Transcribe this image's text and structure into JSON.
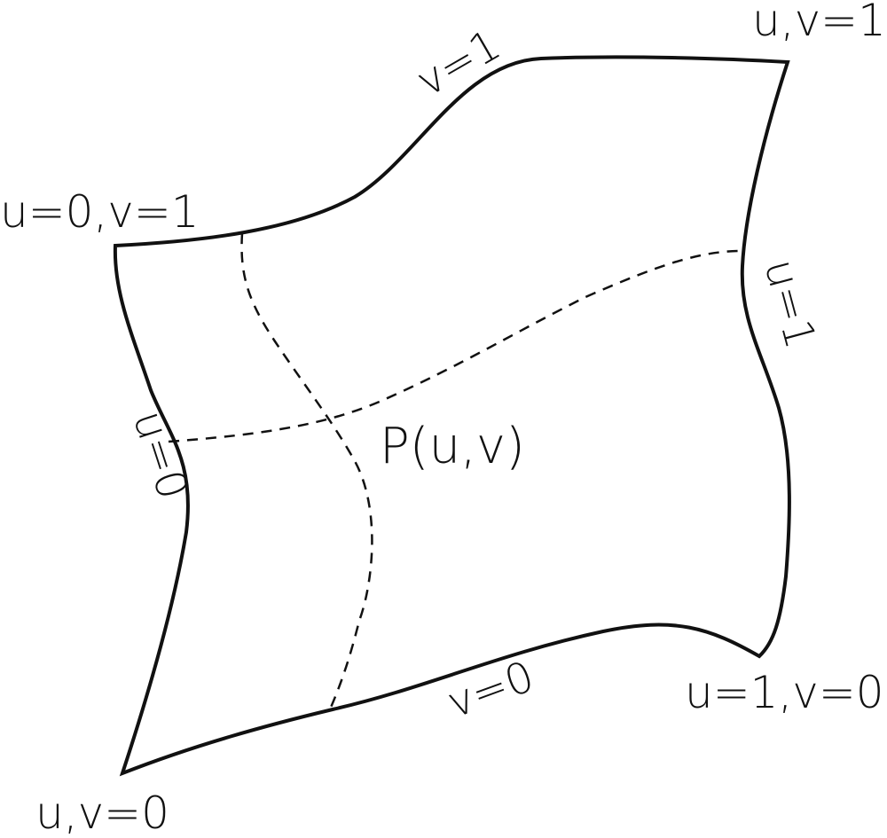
{
  "diagram": {
    "corners": {
      "top_right": "u,v=1",
      "top_left": "u=0,v=1",
      "bottom_right": "u=1,v=0",
      "bottom_left": "u,v=0"
    },
    "edges": {
      "top": "v=1",
      "bottom": "v=0",
      "left": "u=0",
      "right": "u=1"
    },
    "point": "P(u,v)",
    "colors": {
      "stroke": "#111111",
      "background": "#ffffff"
    }
  }
}
